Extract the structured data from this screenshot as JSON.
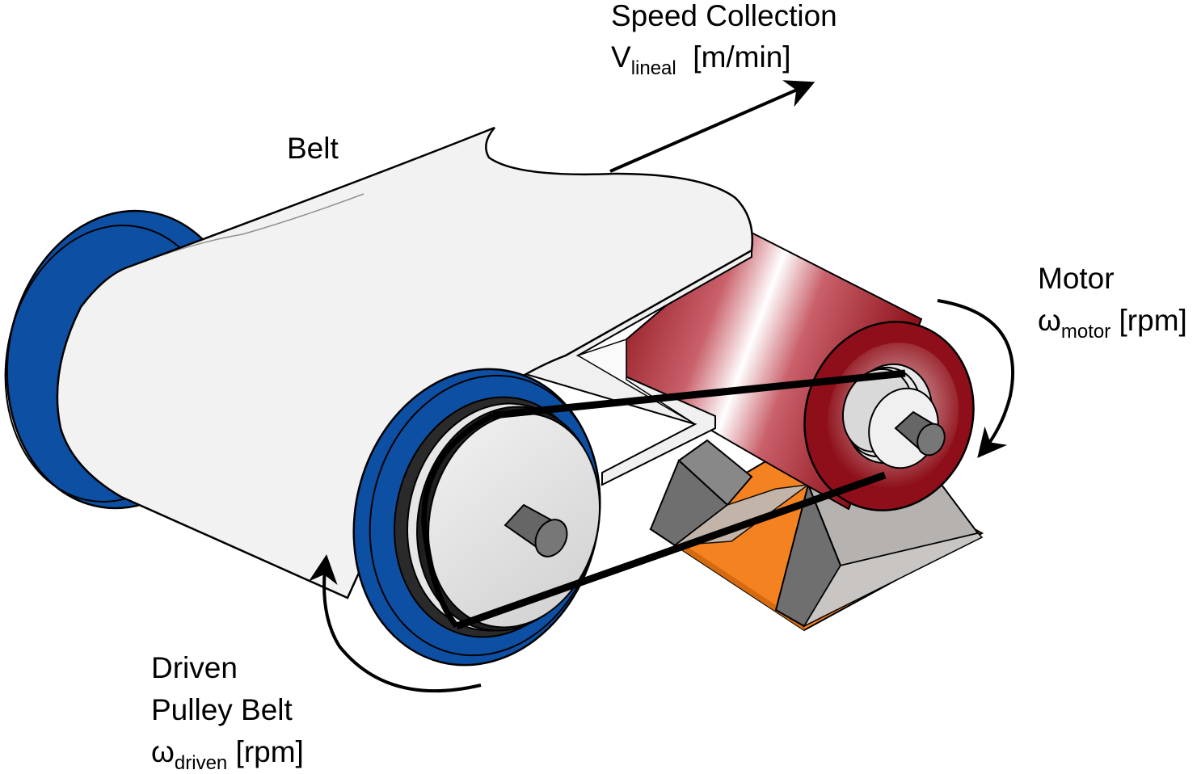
{
  "labels": {
    "speed": {
      "title": "Speed Collection",
      "symbol": "V",
      "subscript": "lineal",
      "unit": "[m/min]"
    },
    "belt": {
      "title": "Belt"
    },
    "motor": {
      "title": "Motor",
      "symbol": "ω",
      "subscript": "motor",
      "unit": "[rpm]"
    },
    "driven": {
      "line1": "Driven",
      "line2": "Pulley Belt",
      "symbol": "ω",
      "subscript": "driven",
      "unit": "[rpm]"
    }
  },
  "colors": {
    "pulley_blue": "#0d4fa3",
    "motor_red": "#8e0f19",
    "base_orange": "#f58220",
    "belt_white": "#f4f4f4",
    "shaft_gray": "#666666",
    "bracket_gray": "#a9a6a4"
  }
}
